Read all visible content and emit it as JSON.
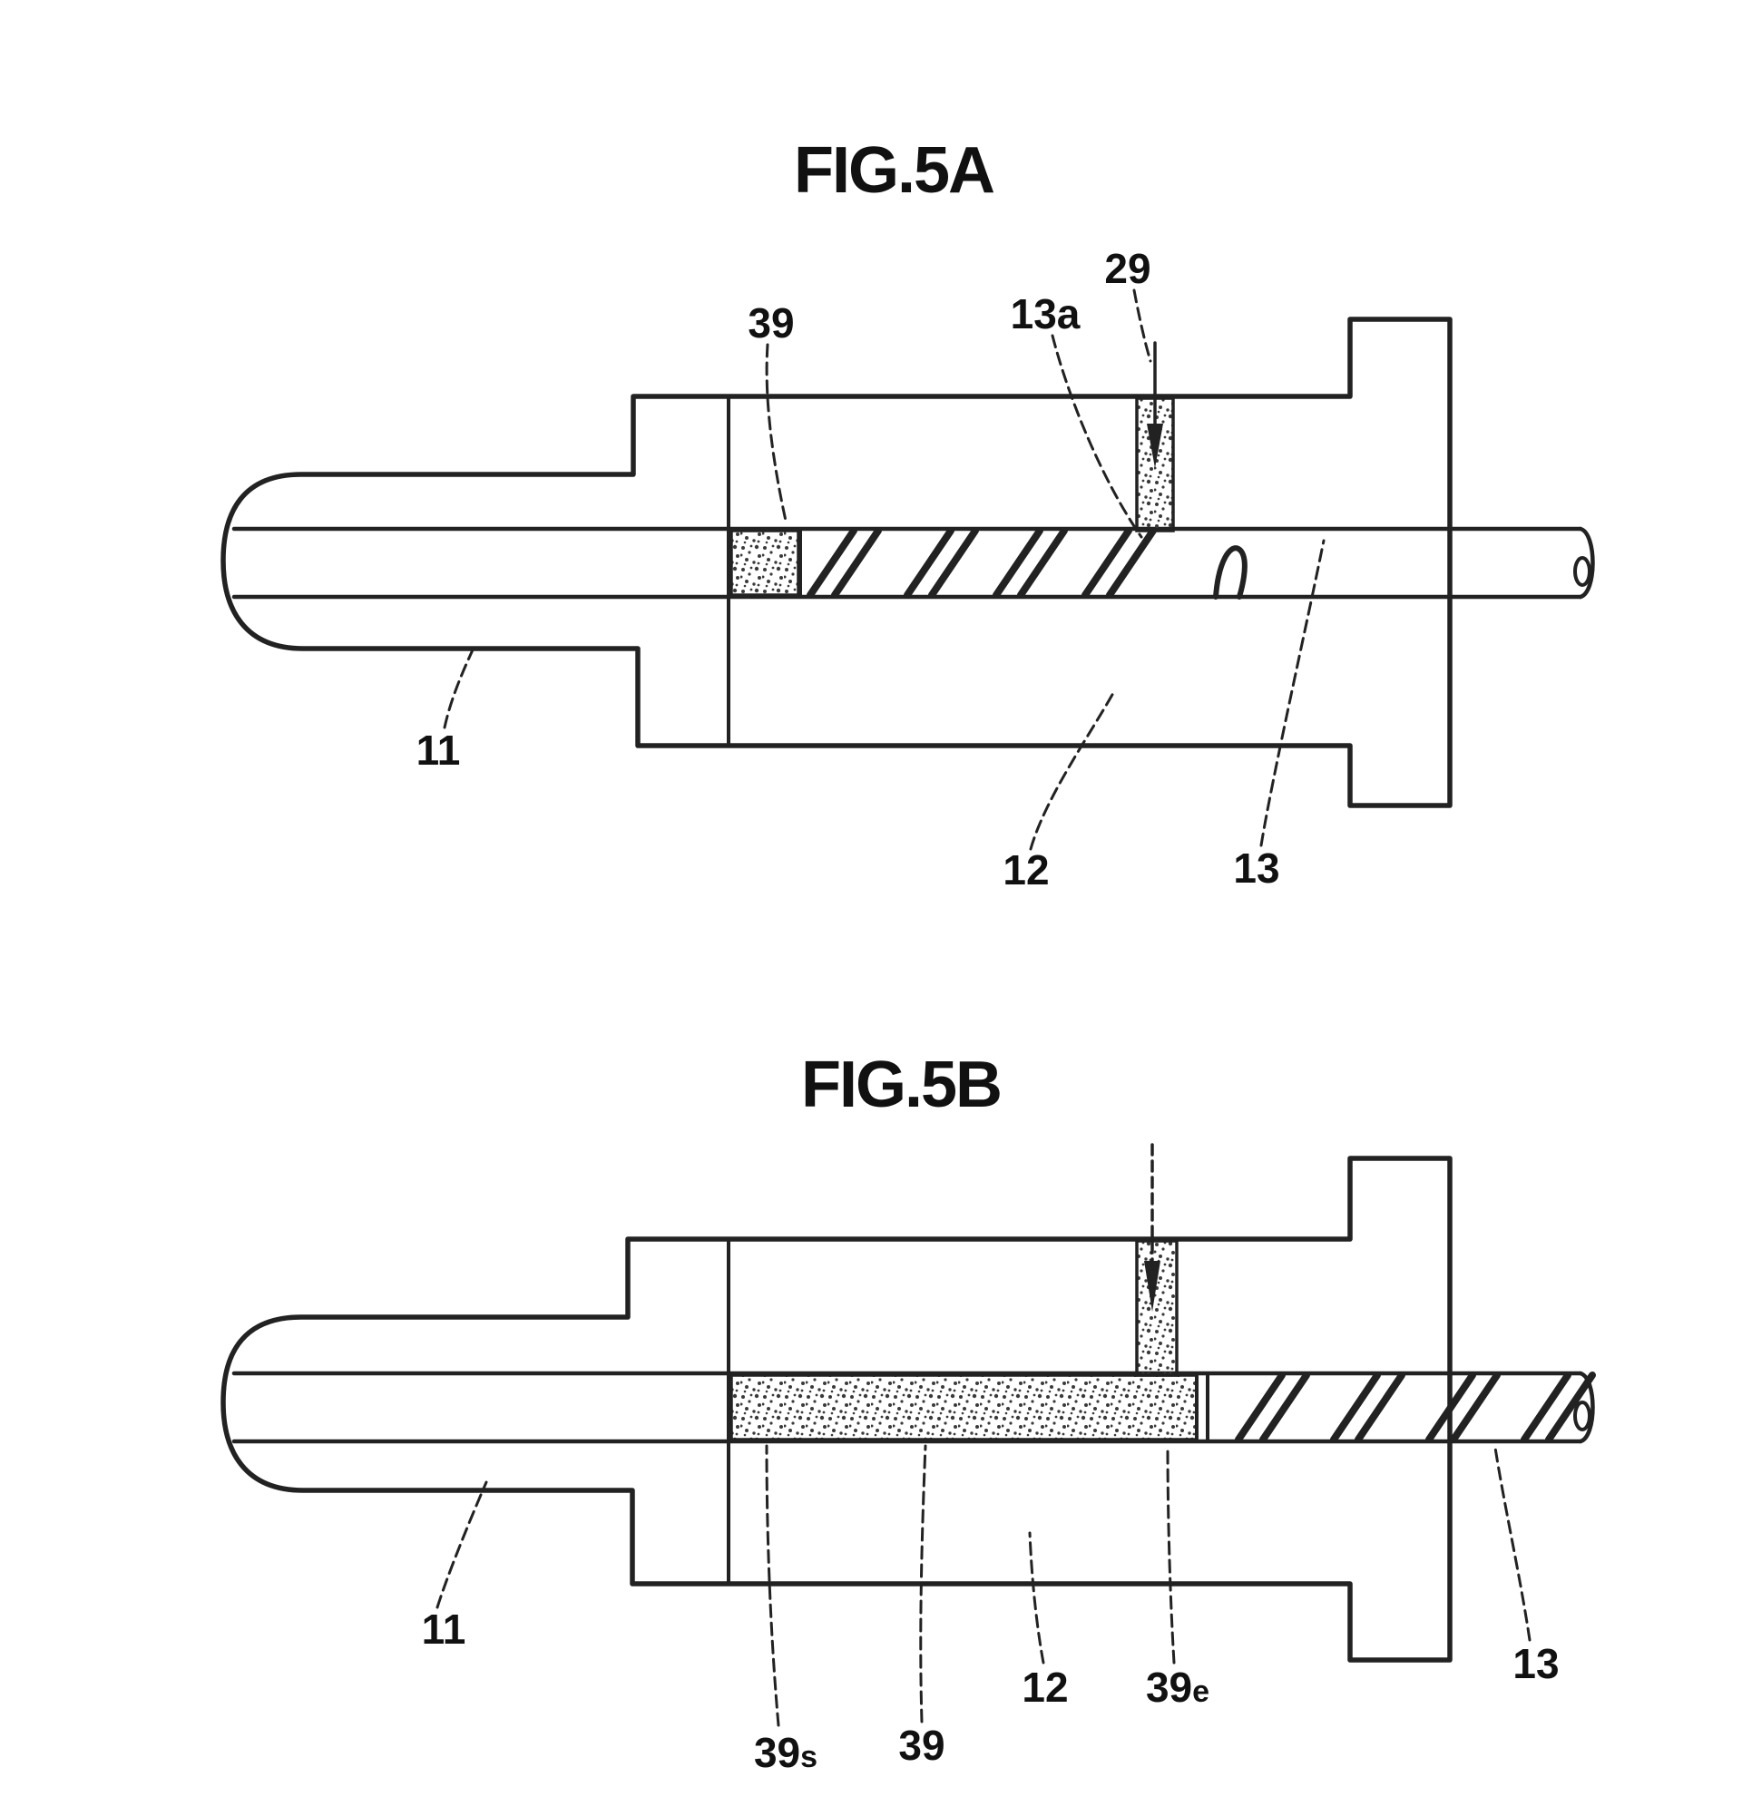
{
  "page": {
    "background": "#ffffff",
    "ink": "#222222",
    "description": "Patent drawing sheet with two sectional figures of a ferrule assembly"
  },
  "fig_a": {
    "title": "FIG.5A",
    "labels": {
      "n39": "39",
      "n13a": "13a",
      "n29": "29",
      "n11": "11",
      "n12": "12",
      "n13": "13"
    }
  },
  "fig_b": {
    "title": "FIG.5B",
    "labels": {
      "n11": "11",
      "n39s_main": "39",
      "n39s_sub": "s",
      "n39": "39",
      "n12": "12",
      "n39e_main": "39",
      "n39e_sub": "e",
      "n13": "13"
    }
  }
}
